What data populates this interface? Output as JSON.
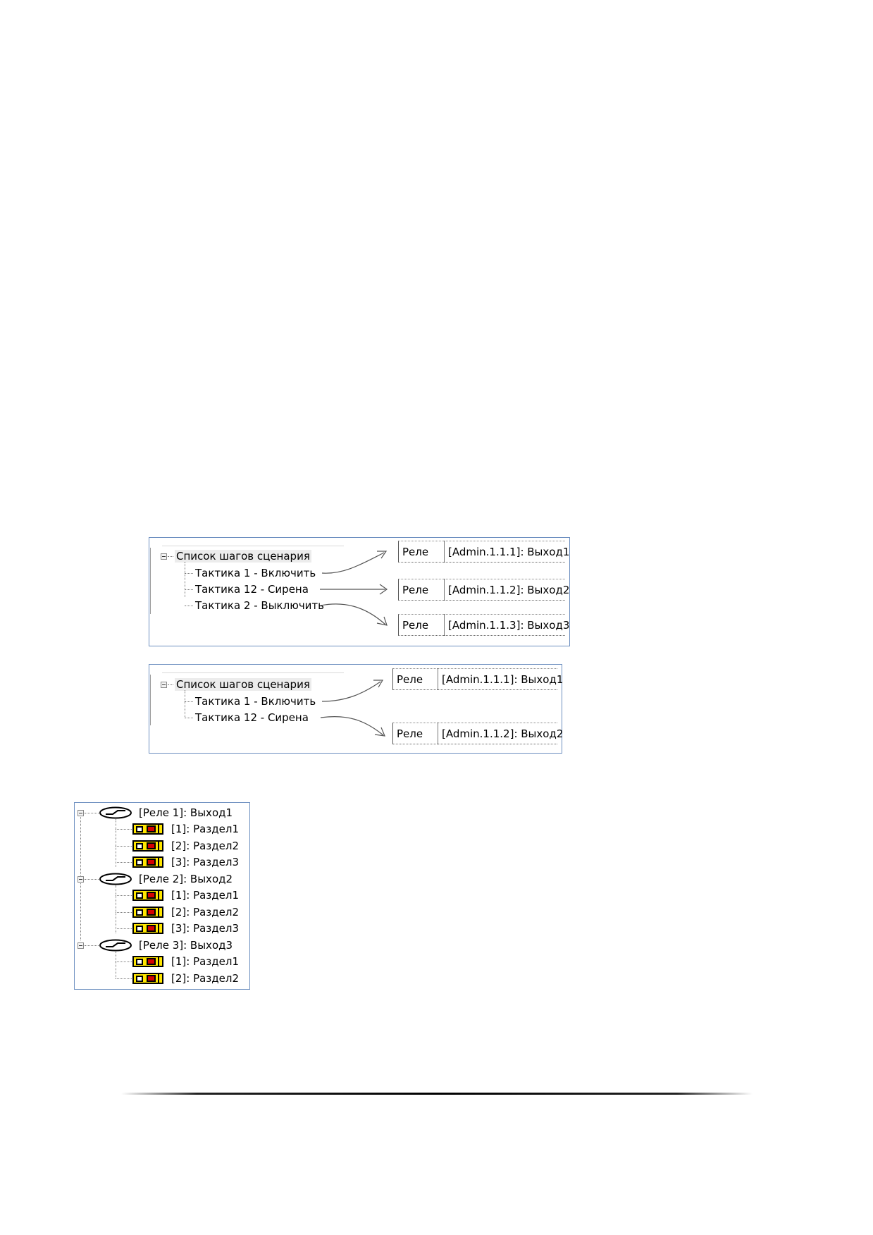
{
  "figure1": {
    "root_label": "Список шагов сценария",
    "steps": [
      "Тактика 1 - Включить",
      "Тактика 12 - Сирена",
      "Тактика 2 - Выключить"
    ],
    "relays": [
      {
        "type": "Реле",
        "output": "[Admin.1.1.1]: Выход1"
      },
      {
        "type": "Реле",
        "output": "[Admin.1.1.2]: Выход2"
      },
      {
        "type": "Реле",
        "output": "[Admin.1.1.3]: Выход3"
      }
    ]
  },
  "figure2": {
    "root_label": "Список шагов сценария",
    "steps": [
      "Тактика 1 - Включить",
      "Тактика 12 - Сирена"
    ],
    "relays": [
      {
        "type": "Реле",
        "output": "[Admin.1.1.1]: Выход1"
      },
      {
        "type": "Реле",
        "output": "[Admin.1.1.2]: Выход2"
      }
    ]
  },
  "figure3": {
    "relays": [
      {
        "label": "[Реле 1]: Выход1",
        "partitions": [
          "[1]: Раздел1",
          "[2]: Раздел2",
          "[3]: Раздел3"
        ]
      },
      {
        "label": "[Реле 2]: Выход2",
        "partitions": [
          "[1]: Раздел1",
          "[2]: Раздел2",
          "[3]: Раздел3"
        ]
      },
      {
        "label": "[Реле 3]: Выход3",
        "partitions": [
          "[1]: Раздел1",
          "[2]: Раздел2"
        ]
      }
    ],
    "icons": {
      "relay": "relay-switch-icon",
      "partition": "partition-icon"
    },
    "colors": {
      "partition_fill": "#ffe600",
      "partition_mark": "#d40000"
    }
  }
}
